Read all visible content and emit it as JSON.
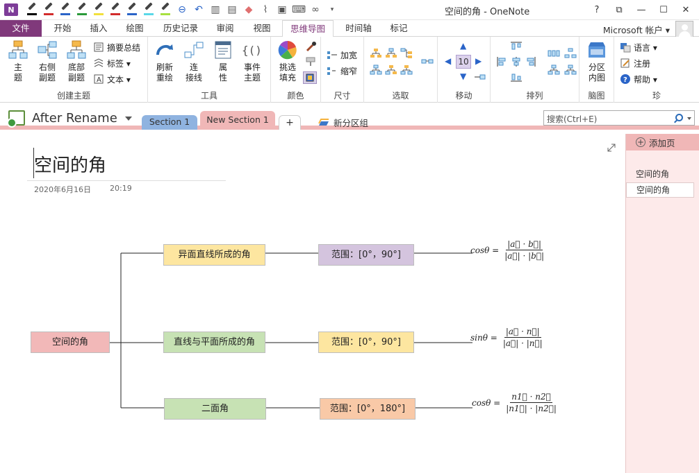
{
  "app": {
    "logo": "N",
    "title": "空间的角 - OneNote",
    "window_controls": [
      "?",
      "⧉",
      "—",
      "☐",
      "✕"
    ],
    "qat_pen_colors": [
      "#000000",
      "#d22c2c",
      "#2a64c8",
      "#2a9a3a",
      "#f2e03c",
      "#d22c2c",
      "#2a64c8",
      "#5ad8e8",
      "#a8e040"
    ]
  },
  "tabs": {
    "file": "文件",
    "items": [
      "开始",
      "插入",
      "绘图",
      "历史记录",
      "审阅",
      "视图",
      "思维导图",
      "时间轴",
      "标记"
    ],
    "active": "思维导图",
    "account": "Microsoft 帐户 ▾"
  },
  "ribbon": {
    "groups": [
      {
        "label": "创建主题",
        "big": [
          "主\n题",
          "右侧\n副题",
          "底部\n副题"
        ],
        "small": [
          "摘要总结",
          "标签 ▾",
          "文本 ▾"
        ]
      },
      {
        "label": "工具",
        "big": [
          "刷新\n重绘",
          "连\n接线",
          "属\n性",
          "事件\n主题"
        ]
      },
      {
        "label": "颜色",
        "big": [
          "挑选\n填充"
        ]
      },
      {
        "label": "尺寸",
        "small": [
          "加宽",
          "缩窄"
        ]
      },
      {
        "label": "选取"
      },
      {
        "label": "移动",
        "value": "10"
      },
      {
        "label": "排列"
      },
      {
        "label": "脑图",
        "big": [
          "分区\n内图"
        ]
      },
      {
        "label": "珍",
        "small": [
          "语言 ▾",
          "注册",
          "帮助 ▾"
        ]
      }
    ]
  },
  "notebook": {
    "name": "After Rename",
    "sections": [
      "Section 1",
      "New Section 1"
    ],
    "add_section": "+",
    "section_group": "新分区组",
    "search_placeholder": "搜索(Ctrl+E)"
  },
  "page": {
    "title": "空间的角",
    "date": "2020年6月16日",
    "time": "20:19",
    "mindmap": {
      "root": {
        "label": "空间的角",
        "color": "#f2b8b8"
      },
      "branches": [
        {
          "topic": "异面直线所成的角",
          "topic_color": "#fde6a0",
          "range": "范围：[0°，90°]",
          "range_color": "#d4c4de",
          "lhs": "cosθ =",
          "num": "|a⃗ · b⃗|",
          "den": "|a⃗| · |b⃗|"
        },
        {
          "topic": "直线与平面所成的角",
          "topic_color": "#c7e2b4",
          "range": "范围：[0°，90°]",
          "range_color": "#fde6a0",
          "lhs": "sinθ =",
          "num": "|a⃗ · n⃗|",
          "den": "|a⃗| · |n⃗|"
        },
        {
          "topic": "二面角",
          "topic_color": "#c7e2b4",
          "range": "范围：[0°，180°]",
          "range_color": "#f9c9a7",
          "lhs": "cosθ =",
          "num": "n1⃗ · n2⃗",
          "den": "|n1⃗| · |n2⃗|"
        }
      ]
    }
  },
  "pagepane": {
    "add_page": "添加页",
    "pages": [
      "空间的角",
      "空间的角"
    ]
  }
}
